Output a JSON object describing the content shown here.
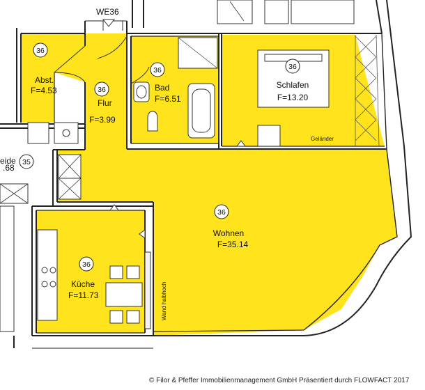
{
  "plan": {
    "unit_label": "WE36",
    "rooms": [
      {
        "id": "abst",
        "name": "Abst.",
        "area": "F=4.53",
        "number": "36"
      },
      {
        "id": "flur",
        "name": "Flur",
        "area": "F=3.99",
        "number": "36"
      },
      {
        "id": "bad",
        "name": "Bad",
        "area": "F=6.51",
        "number": "36"
      },
      {
        "id": "schlafen",
        "name": "Schlafen",
        "area": "F=13.20",
        "number": "36"
      },
      {
        "id": "wohnen",
        "name": "Wohnen",
        "area": "F=35.14",
        "number": "36"
      },
      {
        "id": "kueche",
        "name": "Küche",
        "area": "F=11.73",
        "number": "36"
      },
      {
        "id": "neighbor",
        "name": "eide",
        "area": ".68",
        "number": "35"
      }
    ],
    "annotations": {
      "gelaender": "Geländer",
      "wand": "Wand halbhoch"
    },
    "colors": {
      "floor": "#ffe31c",
      "wall": "#222222",
      "background": "#ffffff"
    }
  },
  "footer": {
    "copyright": "© Filor & Pfeffer Immobilienmanagement GmbH Präsentiert durch FLOWFACT 2017"
  }
}
